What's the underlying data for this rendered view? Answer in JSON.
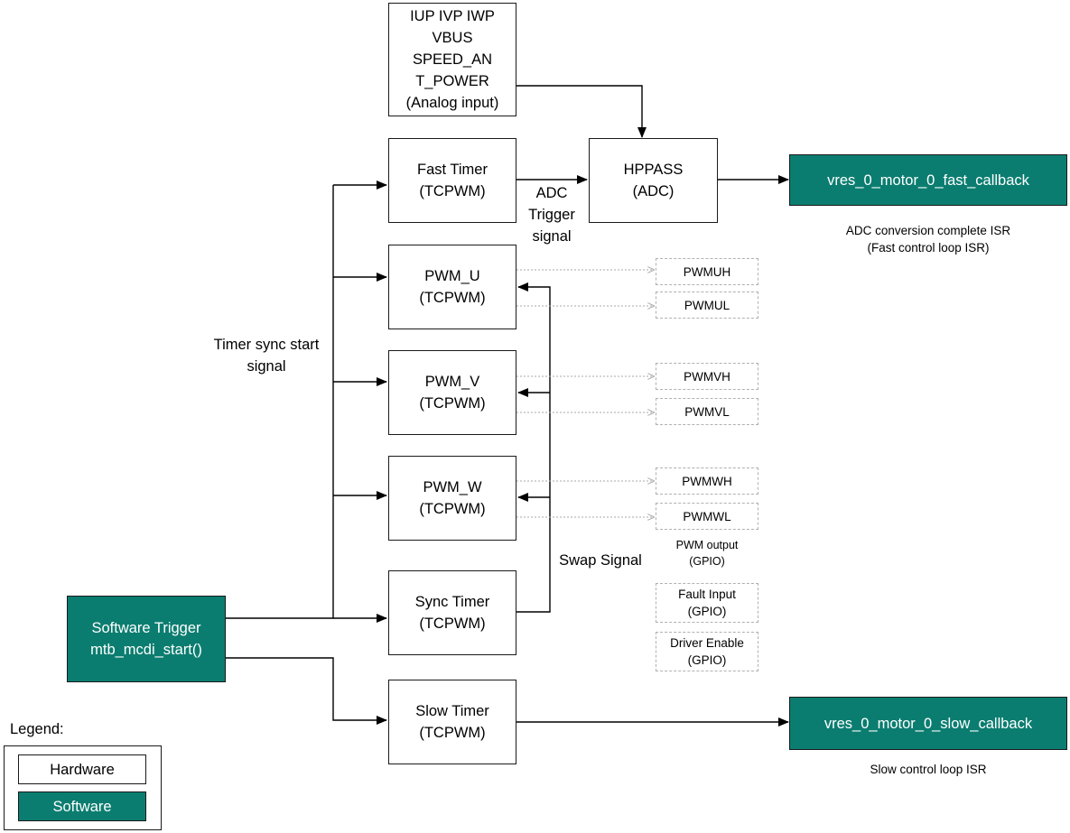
{
  "blocks": {
    "analog_inputs": [
      "IUP IVP IWP",
      "VBUS",
      "SPEED_AN",
      "T_POWER",
      "(Analog input)"
    ],
    "fast_timer": [
      "Fast Timer",
      "(TCPWM)"
    ],
    "hppass": [
      "HPPASS",
      "(ADC)"
    ],
    "pwm_u": [
      "PWM_U",
      "(TCPWM)"
    ],
    "pwm_v": [
      "PWM_V",
      "(TCPWM)"
    ],
    "pwm_w": [
      "PWM_W",
      "(TCPWM)"
    ],
    "sync_timer": [
      "Sync Timer",
      "(TCPWM)"
    ],
    "slow_timer": [
      "Slow Timer",
      "(TCPWM)"
    ],
    "software_trigger": [
      "Software Trigger",
      "mtb_mcdi_start()"
    ],
    "fast_callback": "vres_0_motor_0_fast_callback",
    "slow_callback": "vres_0_motor_0_slow_callback"
  },
  "pins": {
    "pwmuh": "PWMUH",
    "pwmul": "PWMUL",
    "pwmvh": "PWMVH",
    "pwmvl": "PWMVL",
    "pwmwh": "PWMWH",
    "pwmwl": "PWMWL",
    "fault_input": [
      "Fault Input",
      "(GPIO)"
    ],
    "driver_enable": [
      "Driver Enable",
      "(GPIO)"
    ]
  },
  "labels": {
    "adc_trigger": [
      "ADC",
      "Trigger",
      "signal"
    ],
    "timer_sync": [
      "Timer sync start",
      "signal"
    ],
    "swap_signal": "Swap Signal",
    "pwm_output": [
      "PWM output",
      "(GPIO)"
    ],
    "fast_isr": [
      "ADC conversion complete ISR",
      "(Fast control loop ISR)"
    ],
    "slow_isr": "Slow control loop ISR"
  },
  "legend": {
    "title": "Legend:",
    "hardware": "Hardware",
    "software": "Software"
  },
  "colors": {
    "software_fill": "#0b7d70",
    "border": "#1a1a1a",
    "pin_border": "#b0b0b0"
  }
}
